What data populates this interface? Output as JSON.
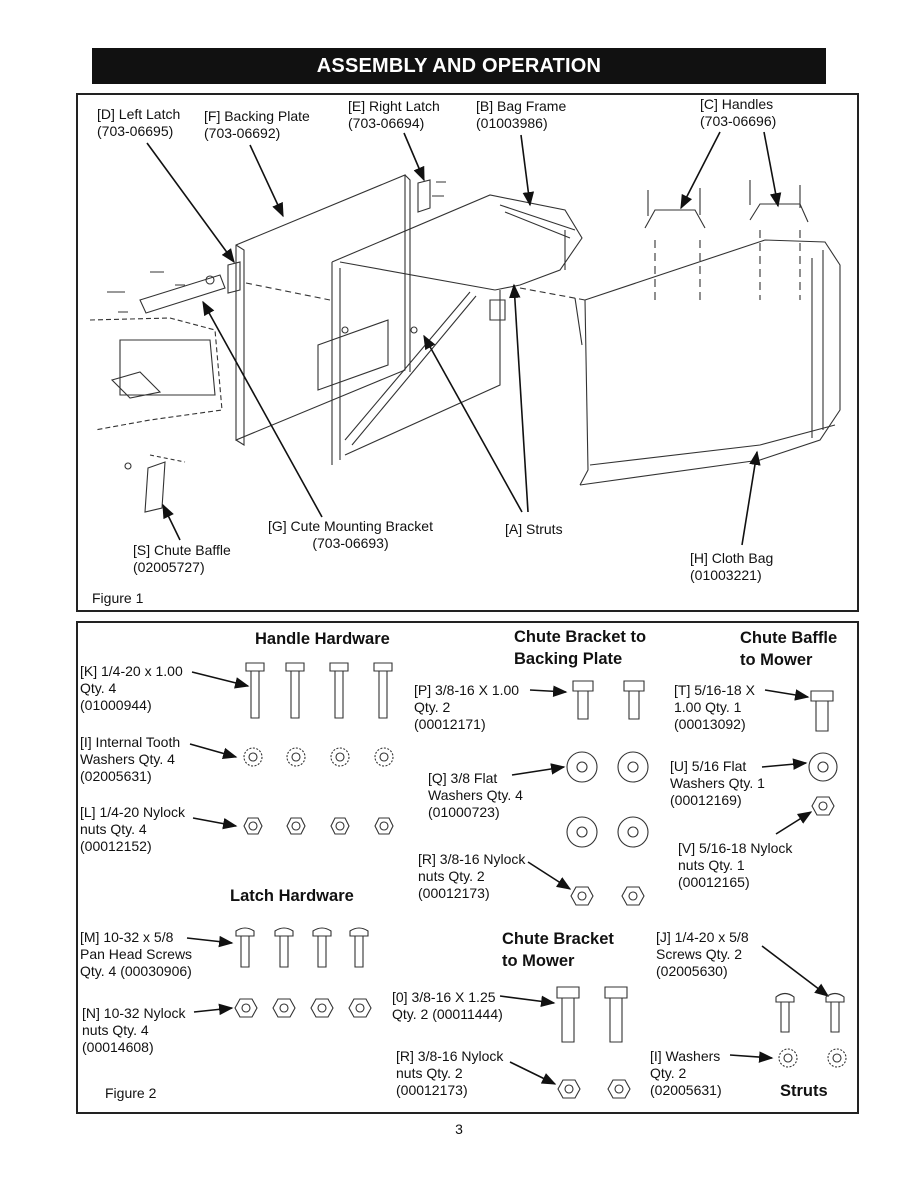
{
  "header": {
    "title": "ASSEMBLY AND OPERATION"
  },
  "figure1": {
    "caption": "Figure 1",
    "labels": {
      "left_latch": "[D] Left Latch\n(703-06695)",
      "backing_plate": "[F] Backing Plate\n(703-06692)",
      "right_latch": "[E] Right Latch\n(703-06694)",
      "bag_frame": "[B] Bag Frame\n(01003986)",
      "handles": "[C] Handles\n(703-06696)",
      "mounting_bracket": "[G] Cute Mounting Bracket\n(703-06693)",
      "struts": "[A] Struts",
      "chute_baffle": "[S] Chute Baffle\n(02005727)",
      "cloth_bag": "[H] Cloth Bag\n(01003221)"
    }
  },
  "figure2": {
    "caption": "Figure 2",
    "headings": {
      "handle_hardware": "Handle Hardware",
      "chute_bracket_backing": "Chute Bracket to\nBacking Plate",
      "chute_baffle_mower": "Chute Baffle\nto Mower",
      "latch_hardware": "Latch Hardware",
      "chute_bracket_mower": "Chute Bracket\nto Mower",
      "struts": "Struts"
    },
    "items": {
      "K": "[K] 1/4-20 x 1.00\nQty. 4\n(01000944)",
      "I_int": "[I] Internal Tooth\nWashers Qty. 4\n(02005631)",
      "L": "[L] 1/4-20 Nylock\nnuts Qty. 4\n(00012152)",
      "P": "[P] 3/8-16 X 1.00\nQty. 2\n(00012171)",
      "Q": "[Q] 3/8 Flat\nWashers Qty. 4\n(01000723)",
      "R1": "[R] 3/8-16 Nylock\nnuts Qty. 2\n(00012173)",
      "T": "[T] 5/16-18 X\n1.00 Qty. 1\n(00013092)",
      "U": "[U] 5/16 Flat\nWashers Qty. 1\n(00012169)",
      "V": "[V] 5/16-18 Nylock\nnuts Qty. 1\n(00012165)",
      "M": "[M] 10-32 x 5/8\nPan Head Screws\nQty. 4 (00030906)",
      "N": "[N] 10-32 Nylock\nnuts Qty. 4\n(00014608)",
      "O": "[0] 3/8-16 X 1.25\nQty. 2 (00011444)",
      "R2": "[R] 3/8-16 Nylock\nnuts Qty. 2\n(00012173)",
      "J": "[J] 1/4-20 x 5/8\nScrews Qty. 2\n(02005630)",
      "I_wash": "[I] Washers\nQty. 2\n(02005631)"
    }
  },
  "page": {
    "number": "3"
  }
}
